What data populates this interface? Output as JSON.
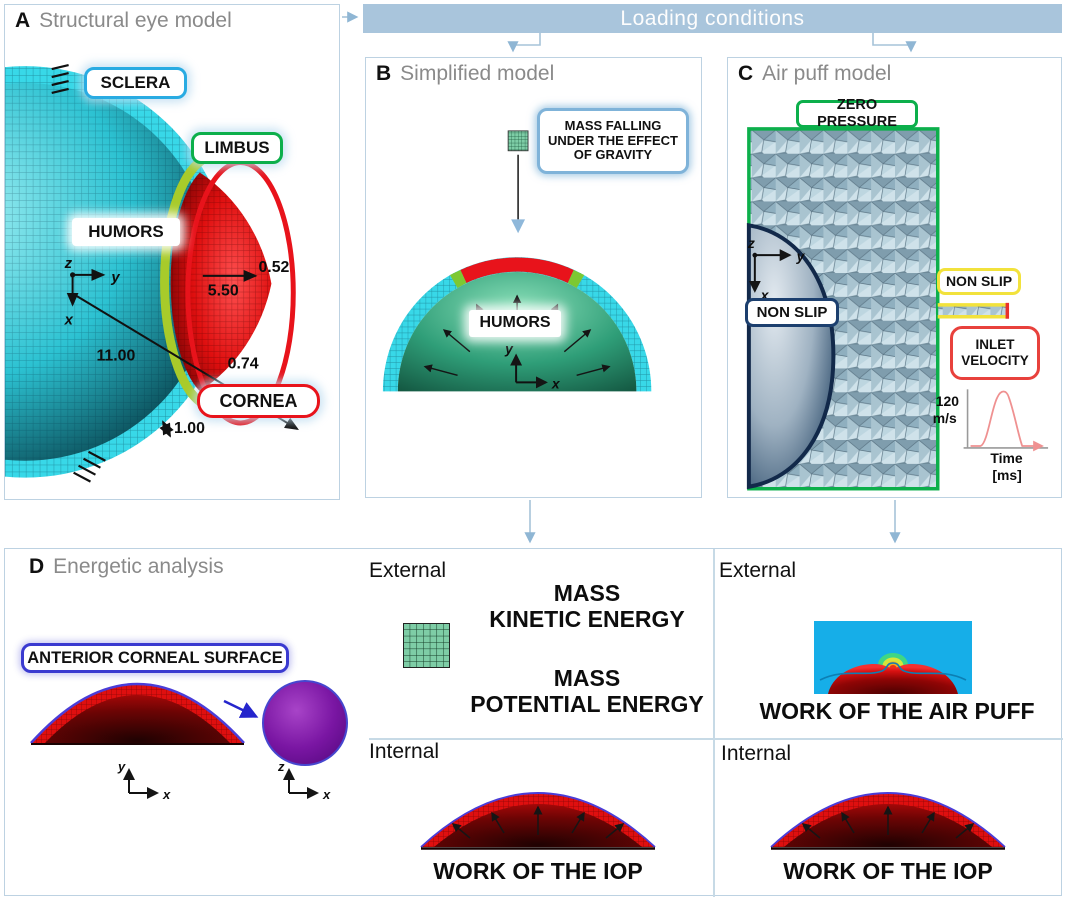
{
  "banner": {
    "title": "Loading conditions"
  },
  "panels": {
    "a_tag": "A",
    "a_title": "Structural eye model",
    "b_tag": "B",
    "b_title": "Simplified model",
    "c_tag": "C",
    "c_title": "Air puff model",
    "d_tag": "D",
    "d_title": "Energetic analysis"
  },
  "a": {
    "sclera": "SCLERA",
    "limbus": "LIMBUS",
    "humors": "HUMORS",
    "cornea": "CORNEA",
    "dim_apex": "0.52",
    "dim_cornea_radius": "5.50",
    "dim_globe_radius": "11.00",
    "dim_limbus": "0.74",
    "dim_sclera": "1.00",
    "ax_z": "z",
    "ax_y": "y",
    "ax_x": "x"
  },
  "b": {
    "mass_box": "MASS FALLING UNDER THE EFFECT OF GRAVITY",
    "humors": "HUMORS",
    "ax_y": "y",
    "ax_x": "x"
  },
  "c": {
    "zero_pressure": "ZERO PRESSURE",
    "non_slip_wall": "NON SLIP",
    "non_slip_duct": "NON SLIP",
    "inlet_velocity": "INLET VELOCITY",
    "graph_peak": "120",
    "graph_unit": "m/s",
    "graph_xlabel": "Time",
    "graph_xunit": "[ms]",
    "ax_z": "z",
    "ax_y": "y",
    "ax_x": "x"
  },
  "d": {
    "anterior": "ANTERIOR CORNEAL SURFACE",
    "external_1": "External",
    "internal_1": "Internal",
    "external_2": "External",
    "internal_2": "Internal",
    "mass_1": "MASS",
    "kinetic": "KINETIC ENERGY",
    "mass_2": "MASS",
    "potential": "POTENTIAL ENERGY",
    "work_iop_1": "WORK OF THE IOP",
    "work_air_puff": "WORK OF THE AIR PUFF",
    "work_iop_2": "WORK OF THE IOP",
    "ax_y": "y",
    "ax_x1": "x",
    "ax_z": "z",
    "ax_x2": "x"
  },
  "chart_data": {
    "type": "line",
    "title": "Inlet velocity profile",
    "ylabel": "m/s",
    "xlabel": "Time [ms]",
    "peak_value": 120
  },
  "colors": {
    "banner_bg": "#a9c5dc",
    "panel_border": "#bdd2e2",
    "sclera_cyan": "#38d8e8",
    "limbus_green": "#a8cb2a",
    "cornea_red": "#e8131b",
    "humor_teal": "#2f9e78",
    "green_border": "#0caf4b",
    "yellow_border": "#f2e23c",
    "navy_border": "#1c3f6e",
    "blue_border": "#3a3ad0",
    "lightblue_border": "#7fb3d9",
    "purple": "#7a16a3",
    "airpuff_blue": "#16aee8",
    "velocity_curve": "#ef9191"
  }
}
